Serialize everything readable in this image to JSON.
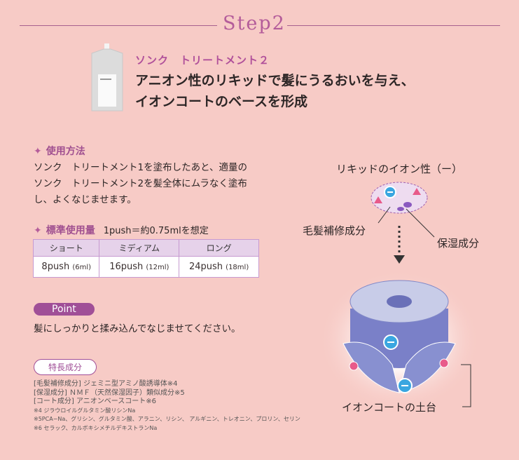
{
  "step": "Step2",
  "product": {
    "name": "ソンク　トリートメント２",
    "headline": [
      "アニオン性のリキッドで髪にうるおいを与え、",
      "イオンコートのベースを形成"
    ]
  },
  "usage": {
    "title": "使用方法",
    "text": [
      "ソンク　トリートメント1を塗布したあと、適量の",
      "ソンク　トリートメント2を髪全体にムラなく塗布",
      "し、よくなじませます。"
    ]
  },
  "amount": {
    "title": "標準使用量",
    "note": "1push＝約0.75mlを想定",
    "columns": [
      "ショート",
      "ミディアム",
      "ロング"
    ],
    "values": [
      {
        "push": "8push",
        "ml": "(6ml)"
      },
      {
        "push": "16push",
        "ml": "(12ml)"
      },
      {
        "push": "24push",
        "ml": "(18ml)"
      }
    ]
  },
  "point": {
    "label": "Point",
    "text": "髪にしっかりと揉み込んでなじませてください。"
  },
  "features": {
    "label": "特長成分",
    "lines": [
      "[毛髪補修成分] ジェミニ型アミノ酸誘導体※4",
      "[保湿成分] ＮＭＦ（天然保湿因子）類似成分※5",
      "[コート成分] アニオンベースコート※6"
    ],
    "notes": [
      "※4 ジラウロイルグルタミン酸リシンNa",
      "※5PCA−Na、グリシン、グルタミン酸、アラニン、リシン、 アルギニン、トレオニン、プロリン、セリン",
      "※6 セラック、カルボキシメチルデキストランNa"
    ]
  },
  "diagram": {
    "title": "リキッドのイオン性（ー）",
    "repair": "毛髪補修成分",
    "moisture": "保湿成分",
    "base": "イオンコートの土台"
  }
}
